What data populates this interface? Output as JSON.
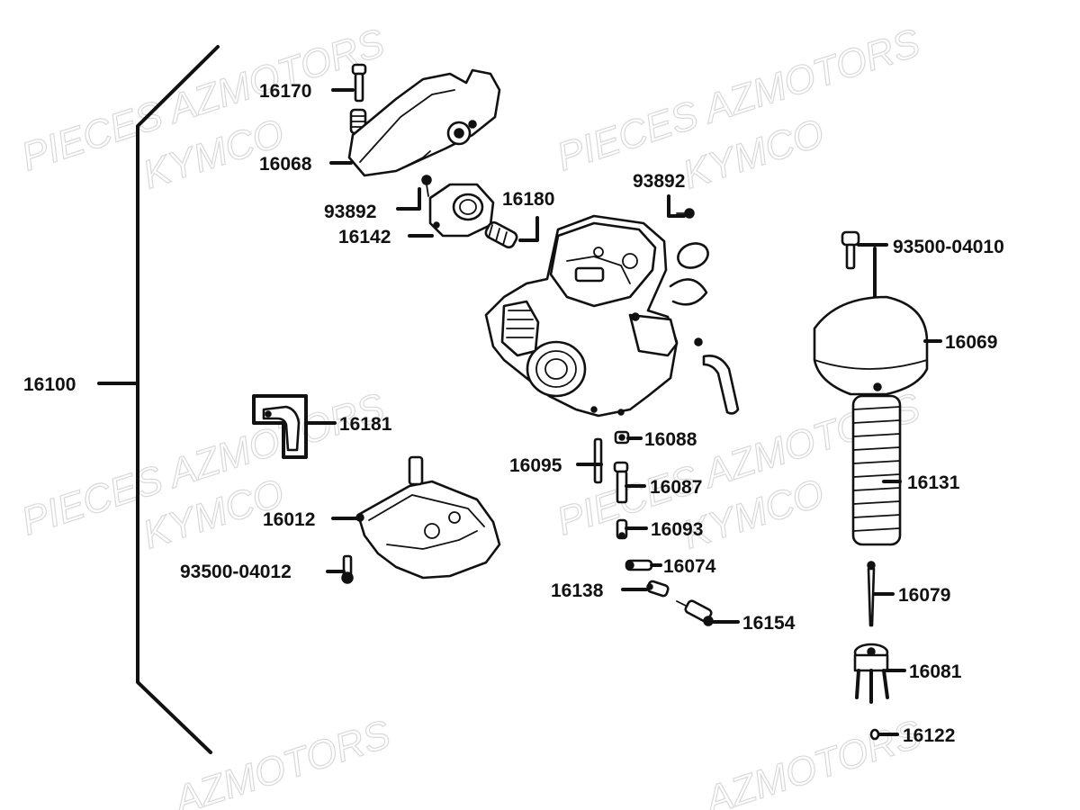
{
  "watermarks": [
    {
      "text": "PIECES AZMOTORS"
    },
    {
      "text": "KYMCO"
    },
    {
      "text": "PIECES AZMOTORS"
    },
    {
      "text": "KYMCO"
    },
    {
      "text": "PIECES AZMOTORS"
    },
    {
      "text": "KYMCO"
    },
    {
      "text": "PIECES AZMOTORS"
    },
    {
      "text": "KYMCO"
    },
    {
      "text": "AZMOTORS"
    },
    {
      "text": "AZMOTORS"
    }
  ],
  "labels": {
    "p16100": "16100",
    "p16170": "16170",
    "p16068": "16068",
    "p93892a": "93892",
    "p16180": "16180",
    "p16142": "16142",
    "p93892b": "93892",
    "p93500_04010": "93500-04010",
    "p16069": "16069",
    "p16181": "16181",
    "p16088": "16088",
    "p16095": "16095",
    "p16087": "16087",
    "p16131": "16131",
    "p16012": "16012",
    "p16093": "16093",
    "p93500_04012": "93500-04012",
    "p16074": "16074",
    "p16138": "16138",
    "p16079": "16079",
    "p16154": "16154",
    "p16081": "16081",
    "p16122": "16122"
  }
}
